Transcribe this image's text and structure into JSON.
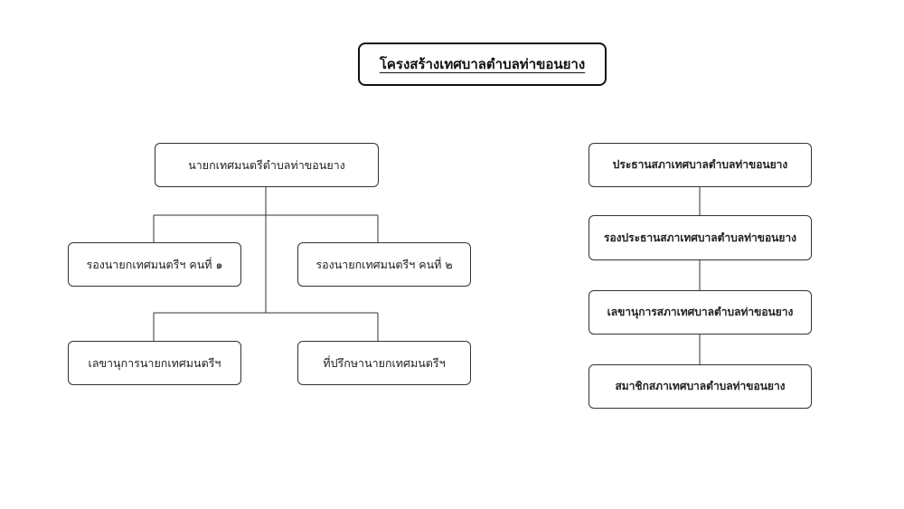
{
  "title": "โครงสร้างเทศบาลตำบลท่าขอนยาง",
  "executive": {
    "mayor": "นายกเทศมนตรีตำบลท่าขอนยาง",
    "deputy_1": "รองนายกเทศมนตรีฯ คนที่ ๑",
    "deputy_2": "รองนายกเทศมนตรีฯ คนที่ ๒",
    "secretary": "เลขานุการนายกเทศมนตรีฯ",
    "advisor": "ที่ปรึกษานายกเทศมนตรีฯ"
  },
  "council": {
    "chairman": "ประธานสภาเทศบาลตำบลท่าขอนยาง",
    "vice_chairman": "รองประธานสภาเทศบาลตำบลท่าขอนยาง",
    "secretary": "เลขานุการสภาเทศบาลตำบลท่าขอนยาง",
    "members": "สมาชิกสภาเทศบาลตำบลท่าขอนยาง"
  }
}
